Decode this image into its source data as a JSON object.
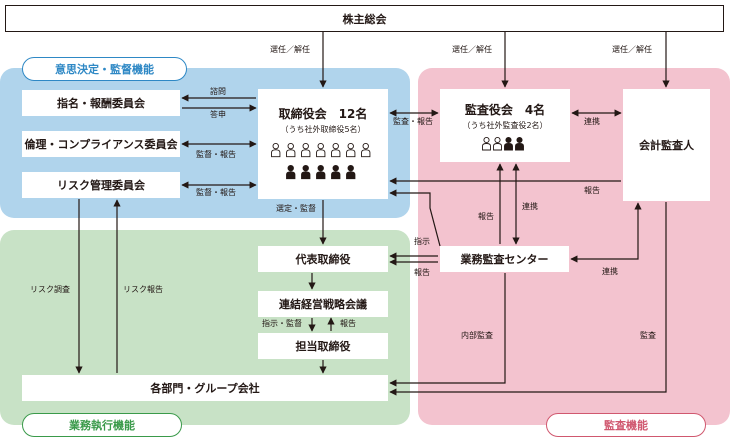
{
  "top": {
    "shareholders": "株主総会"
  },
  "regions": {
    "decision": {
      "title": "意思決定・監督機能",
      "color": "#b0d4ec",
      "accent": "#2e88c5"
    },
    "execution": {
      "title": "業務執行機能",
      "color": "#c8e2c6",
      "accent": "#3a9a4a"
    },
    "audit": {
      "title": "監査機能",
      "color": "#f3c3cf",
      "accent": "#d0586f"
    }
  },
  "boxes": {
    "nomination": "指名・報酬委員会",
    "ethics": "倫理・コンプライアンス委員会",
    "risk": "リスク管理委員会",
    "board_title": "取締役会　12名",
    "board_sub": "（うち社外取締役5名）",
    "auditors_title": "監査役会　4名",
    "auditors_sub": "（うち社外監査役2名）",
    "accounting_auditor": "会計監査人",
    "representative": "代表取締役",
    "strategy": "連結経営戦略会議",
    "director": "担当取締役",
    "audit_center": "業務監査センター",
    "departments": "各部門・グループ会社"
  },
  "labels": {
    "elect1": "選任／解任",
    "elect2": "選任／解任",
    "elect3": "選任／解任",
    "consult": "諮問",
    "report_back": "答申",
    "supervise_report1": "監督・報告",
    "supervise_report2": "監督・報告",
    "audit_report": "監査・報告",
    "cooperate1": "連携",
    "report1": "報告",
    "appoint_supervise": "選定・監督",
    "report2": "報告",
    "cooperate2": "連携",
    "instruct": "指示",
    "report3": "報告",
    "cooperate3": "連携",
    "risk_investigate": "リスク調査",
    "risk_report": "リスク報告",
    "instruct_supervise": "指示・監督",
    "report4": "報告",
    "internal_audit": "内部監査",
    "audit": "監査"
  },
  "icons": {
    "board_people": "people-icon",
    "auditor_people": "people-icon",
    "board_outside_count": 5,
    "board_inside_count": 7,
    "auditor_outside_count": 2,
    "auditor_inside_count": 2
  }
}
